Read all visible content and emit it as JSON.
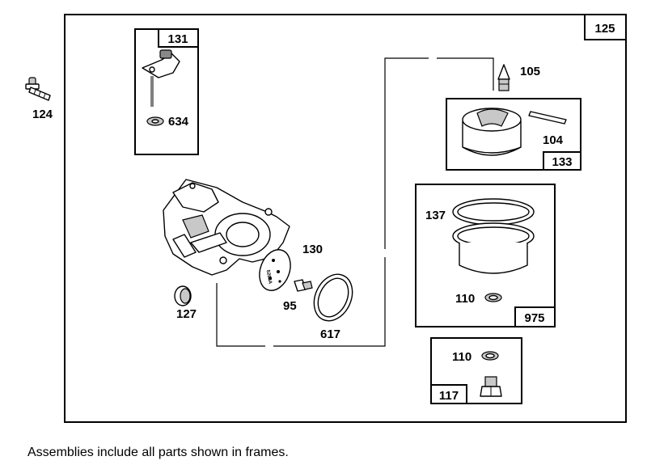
{
  "parts": {
    "p124": "124",
    "p125": "125",
    "p131": "131",
    "p634": "634",
    "p105": "105",
    "p104": "104",
    "p133": "133",
    "p137": "137",
    "p130": "130",
    "p95": "95",
    "p617": "617",
    "p127": "127",
    "p110a": "110",
    "p975": "975",
    "p110b": "110",
    "p117": "117"
  },
  "plate_stamp": "5208A",
  "footnote": "Assemblies include all parts shown in frames."
}
